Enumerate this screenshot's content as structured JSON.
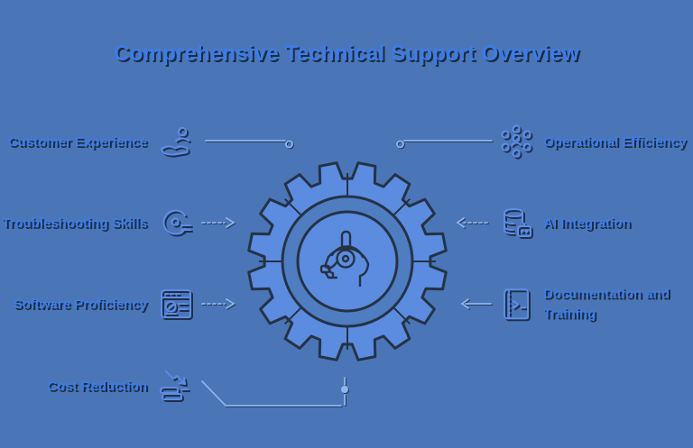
{
  "title": "Comprehensive Technical Support Overview",
  "colors": {
    "background": "#4a76b8",
    "gear_fill": "#5b8ce0",
    "ring_fill": "#4f7dc2",
    "outline": "#253245",
    "label_text": "#3d7ce8",
    "label_shadow": "#1d2b3d",
    "icon_stroke": "#5e8de6",
    "connector": "#8fb6ee"
  },
  "center": {
    "icon": "support-agent-headset-icon",
    "shape": "gear"
  },
  "left_items": [
    {
      "label": "Customer Experience",
      "icon": "customer-experience-icon"
    },
    {
      "label": "Troubleshooting Skills",
      "icon": "troubleshooting-skills-icon"
    },
    {
      "label": "Software Proficiency",
      "icon": "software-proficiency-icon"
    },
    {
      "label": "Cost Reduction",
      "icon": "cost-reduction-icon"
    }
  ],
  "right_items": [
    {
      "label": "Operational Efficiency",
      "icon": "operational-efficiency-icon"
    },
    {
      "label": "AI Integration",
      "icon": "ai-integration-icon"
    },
    {
      "label": "Documentation and Training",
      "icon": "documentation-training-icon"
    }
  ]
}
